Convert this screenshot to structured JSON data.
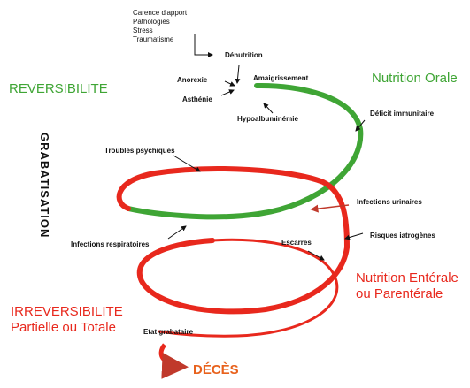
{
  "causes": [
    "Carence d'apport",
    "Pathologies",
    "Stress",
    "Traumatisme"
  ],
  "labels": {
    "denutrition": "Dénutrition",
    "anorexie": "Anorexie",
    "asthenie": "Asthénie",
    "amaigrissement": "Amaigrissement",
    "hypoalbuminemie": "Hypoalbuminémie",
    "deficit_immunitaire": "Déficit immunitaire",
    "troubles_psychiques": "Troubles psychiques",
    "infections_urinaires": "Infections urinaires",
    "risques_iatrogenes": "Risques iatrogènes",
    "escarres": "Escarres",
    "infections_respiratoires": "Infections respiratoires",
    "etat_grabataire": "Etat grabataire"
  },
  "headings": {
    "reversibilite": "REVERSIBILITE",
    "grabatisation": "GRABATISATION",
    "irreversibilite_line1": "IRREVERSIBILITE",
    "irreversibilite_line2": "Partielle ou Totale",
    "nutrition_orale": "Nutrition Orale",
    "nutrition_enterale_line1": "Nutrition Entérale",
    "nutrition_enterale_line2": "ou Parentérale",
    "deces": "DÉCÈS"
  },
  "colors": {
    "green": "#3fa535",
    "red": "#e8281d",
    "orange": "#e8621d",
    "text": "#111111"
  }
}
